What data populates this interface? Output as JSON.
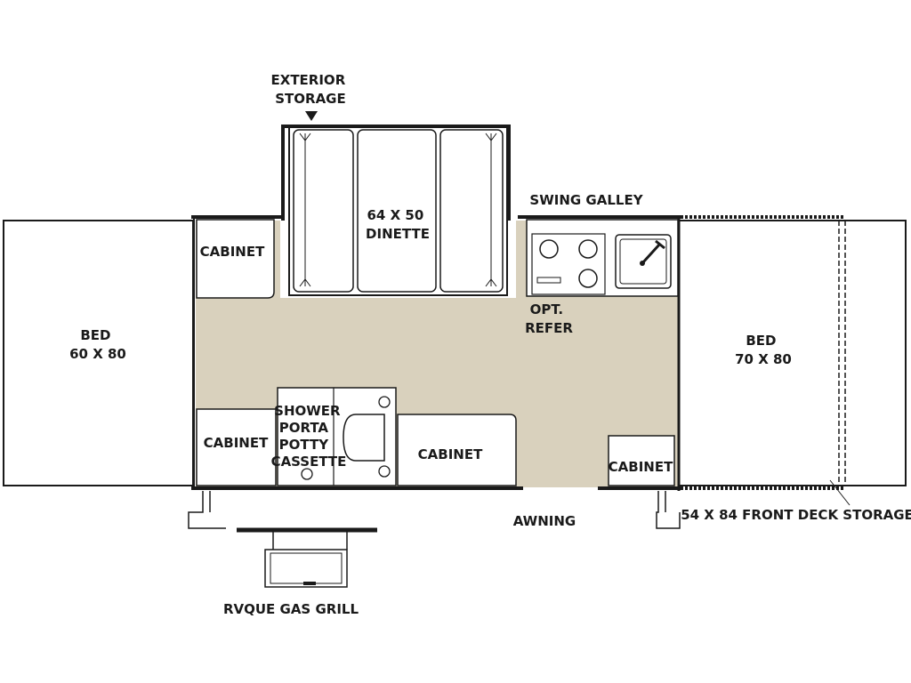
{
  "labels": {
    "exterior_storage": [
      "EXTERIOR",
      "STORAGE"
    ],
    "dinette": [
      "64 X 50",
      "DINETTE"
    ],
    "swing_galley": "SWING GALLEY",
    "cabinet_top_left": "CABINET",
    "bed_left": [
      "BED",
      "60 X 80"
    ],
    "opt_refer": [
      "OPT.",
      "REFER"
    ],
    "bed_right": [
      "BED",
      "70 X 80"
    ],
    "shower": [
      "SHOWER",
      "PORTA",
      "POTTY",
      "CASSETTE"
    ],
    "cabinet_bottom_left": "CABINET",
    "cabinet_bottom_center": "CABINET",
    "cabinet_bottom_right": "CABINET",
    "awning": "AWNING",
    "front_deck_storage": "54 X 84 FRONT DECK STORAGE",
    "gas_grill": "RVQUE GAS GRILL"
  },
  "colors": {
    "floor": "#d9d1bd",
    "line": "#1a1a1a",
    "background": "#ffffff"
  }
}
